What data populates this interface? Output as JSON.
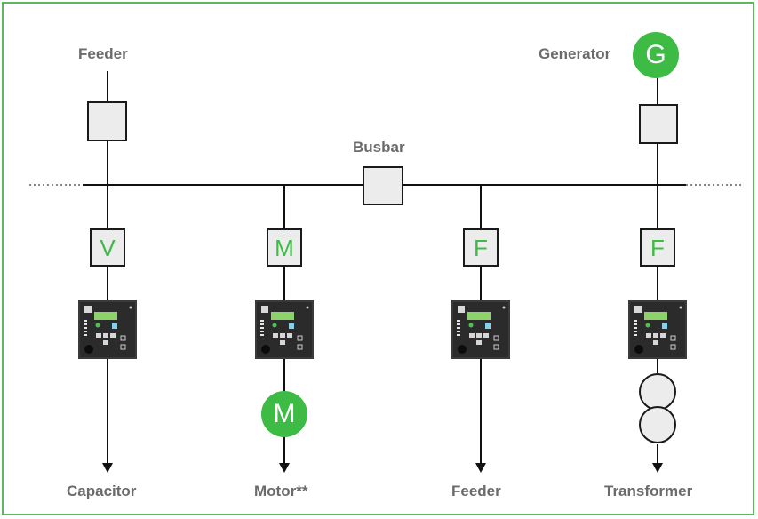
{
  "labels": {
    "feeder_top": "Feeder",
    "generator": "Generator",
    "busbar": "Busbar",
    "capacitor": "Capacitor",
    "motor": "Motor**",
    "feeder_bottom": "Feeder",
    "transformer": "Transformer"
  },
  "protection_boxes": {
    "capacitor": "V",
    "motor": "M",
    "feeder": "F",
    "transformer": "F"
  },
  "symbols": {
    "generator": "G",
    "motor": "M"
  },
  "colors": {
    "accent_green": "#3dbb45",
    "frame_green": "#5cb85c",
    "line": "#111111",
    "label_gray": "#6b6b6b",
    "box_fill": "#ececec"
  },
  "icons": [
    "protection-relay-icon",
    "transformer-icon",
    "arrow-down-icon"
  ]
}
